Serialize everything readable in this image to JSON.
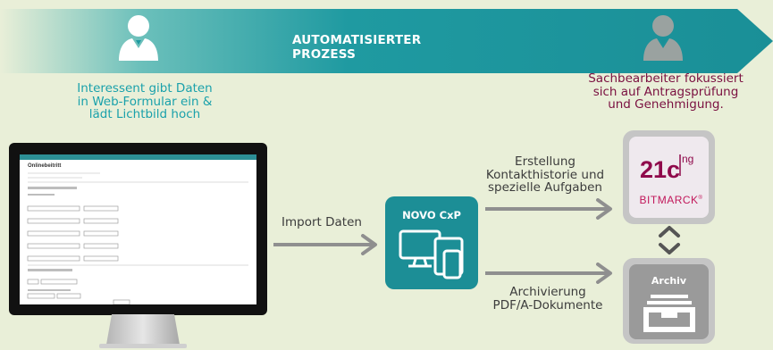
{
  "banner": {
    "title": "AUTOMATISIERTER PROZESS"
  },
  "left_actor": {
    "caption": [
      "Interessent gibt Daten",
      "in Web-Formular ein &",
      "lädt Lichtbild hoch"
    ]
  },
  "right_actor": {
    "caption": [
      "Sachbearbeiter fokussiert",
      "sich auf Antragsprüfung",
      "und Genehmigung."
    ]
  },
  "screen": {
    "heading": "Onlinebeitritt"
  },
  "arrows": {
    "import": "Import Daten",
    "creation": [
      "Erstellung",
      "Kontakthistorie und",
      "spezielle Aufgaben"
    ],
    "archive": [
      "Archivierung",
      "PDF/A-Dokumente"
    ]
  },
  "novo": {
    "title": "NOVO CxP"
  },
  "partner": {
    "logo_main": "21c",
    "logo_suffix": "ng",
    "logo_sub": "BITMARCK",
    "logo_mark": "®"
  },
  "archiv": {
    "label": "Archiv"
  },
  "colors": {
    "background": "#e9efd8",
    "banner": "#1f9aa1",
    "teal": "#1c8e96",
    "left_caption": "#1aa1ab",
    "right_caption": "#7a1040",
    "arrow": "#8f8f8f",
    "brand_21c": "#8f0a4b"
  }
}
